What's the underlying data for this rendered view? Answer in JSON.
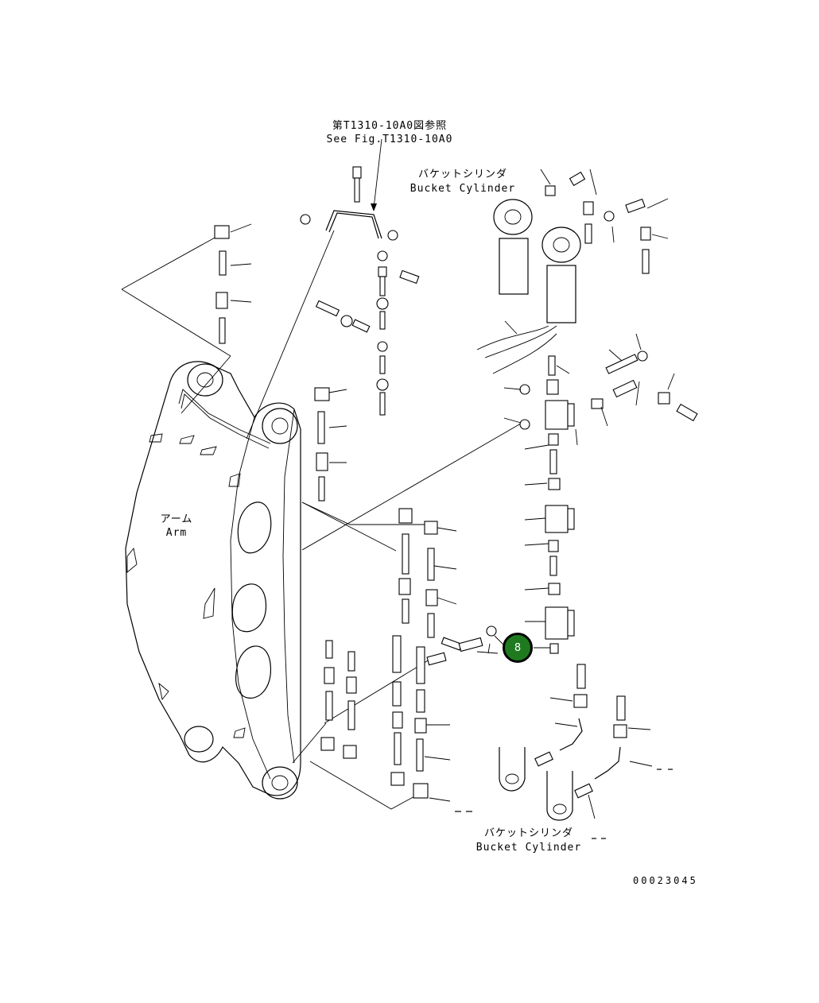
{
  "labels": {
    "reference_jp": "第T1310-10A0図参照",
    "reference_en": "See Fig.T1310-10A0",
    "bucket_cylinder_top_jp": "バケットシリンダ",
    "bucket_cylinder_top_en": "Bucket Cylinder",
    "arm_jp": "アーム",
    "arm_en": "Arm",
    "bucket_cylinder_bottom_jp": "バケットシリンダ",
    "bucket_cylinder_bottom_en": "Bucket Cylinder",
    "figure_number": "00023045"
  },
  "callouts": [
    {
      "number": "8",
      "color": "#1f7a1f"
    }
  ]
}
